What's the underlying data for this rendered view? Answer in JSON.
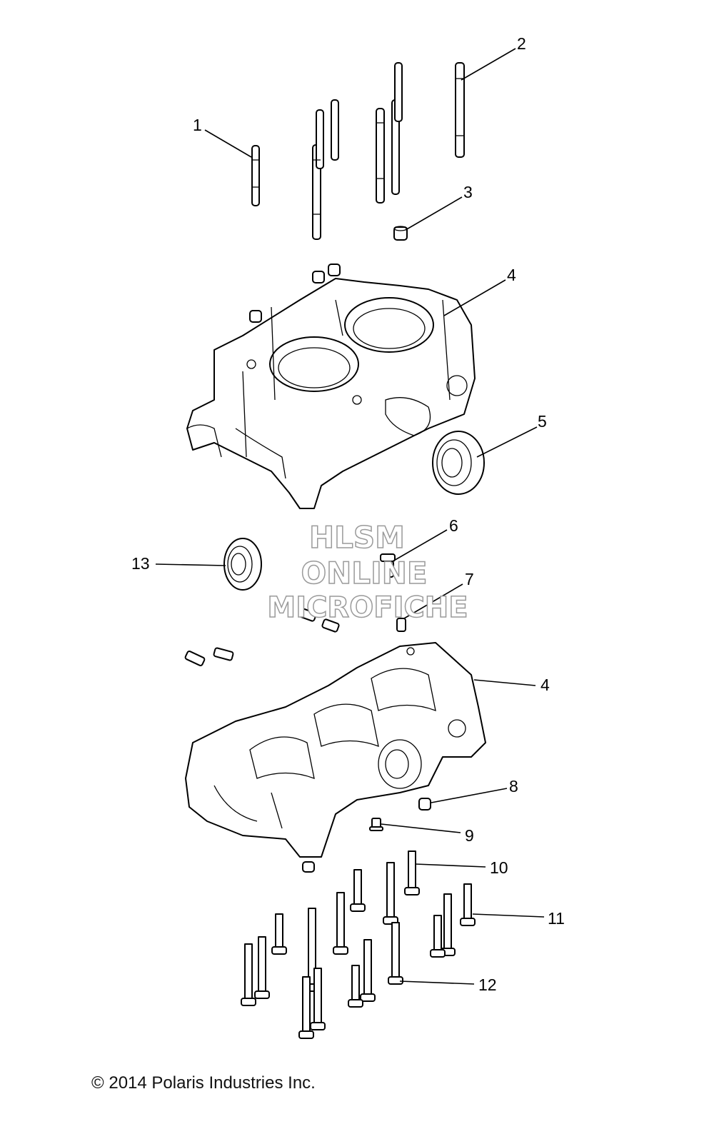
{
  "callouts": [
    {
      "id": "1",
      "label": "1"
    },
    {
      "id": "2",
      "label": "2"
    },
    {
      "id": "3",
      "label": "3"
    },
    {
      "id": "4a",
      "label": "4"
    },
    {
      "id": "5",
      "label": "5"
    },
    {
      "id": "6",
      "label": "6"
    },
    {
      "id": "13",
      "label": "13"
    },
    {
      "id": "7",
      "label": "7"
    },
    {
      "id": "4b",
      "label": "4"
    },
    {
      "id": "8",
      "label": "8"
    },
    {
      "id": "9",
      "label": "9"
    },
    {
      "id": "10",
      "label": "10"
    },
    {
      "id": "11",
      "label": "11"
    },
    {
      "id": "12",
      "label": "12"
    }
  ],
  "watermark": {
    "line1": "HLSM",
    "line2": "ONLINE",
    "line3": "MICROFICHE"
  },
  "copyright": "© 2014 Polaris Industries Inc."
}
